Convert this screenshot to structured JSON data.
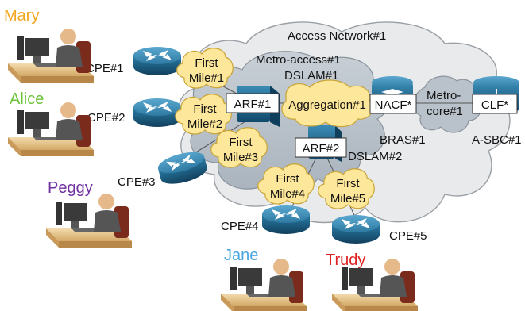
{
  "users": {
    "mary": {
      "name": "Mary",
      "color": "#f2a51c"
    },
    "alice": {
      "name": "Alice",
      "color": "#6cc43a"
    },
    "peggy": {
      "name": "Peggy",
      "color": "#7030a0"
    },
    "jane": {
      "name": "Jane",
      "color": "#4ba6e0"
    },
    "trudy": {
      "name": "Trudy",
      "color": "#e02020"
    }
  },
  "cpe": [
    "CPE#1",
    "CPE#2",
    "CPE#3",
    "CPE#4",
    "CPE#5"
  ],
  "first_miles": [
    [
      "First",
      "Mile#1"
    ],
    [
      "First",
      "Mile#2"
    ],
    [
      "First",
      "Mile#3"
    ],
    [
      "First",
      "Mile#4"
    ],
    [
      "First",
      "Mile#5"
    ]
  ],
  "network": {
    "access_network": "Access Network#1",
    "metro_access": "Metro-access#1",
    "dslam1": "DSLAM#1",
    "dslam2": "DSLAM#2",
    "arf1": "ARF#1",
    "arf2": "ARF#2",
    "aggregation": "Aggregation#1",
    "nacf": "NACF*",
    "bras": "BRAS#1",
    "metro_core": [
      "Metro-",
      "core#1"
    ],
    "clf": "CLF*",
    "asbc": "A-SBC#1"
  },
  "colors": {
    "cloud_outer": "#e9eaec",
    "cloud_inner": "#b9c2cb",
    "first_mile_fill": "#fde79a",
    "first_mile_stroke": "#c9a437",
    "router": "#1f6f95",
    "router_top": "#3b8fb8",
    "desk": "#e9c98f"
  }
}
